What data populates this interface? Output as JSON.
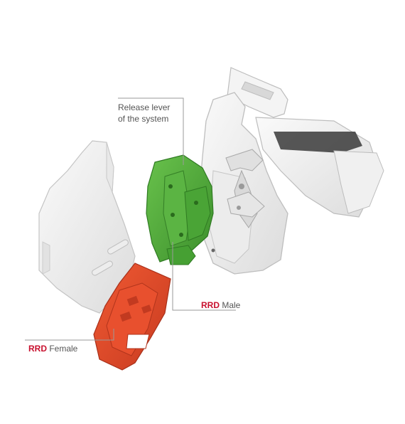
{
  "labels": {
    "release_line1": "Release lever",
    "release_line2": "of the system",
    "male_brand": "RRD",
    "male_text": "Male",
    "female_brand": "RRD",
    "female_text": "Female"
  },
  "colors": {
    "accent_red": "#c8102e",
    "green_part": "#4fae3a",
    "red_part": "#e0452a",
    "leader_line": "#9a9a9a",
    "label_text": "#555555"
  }
}
